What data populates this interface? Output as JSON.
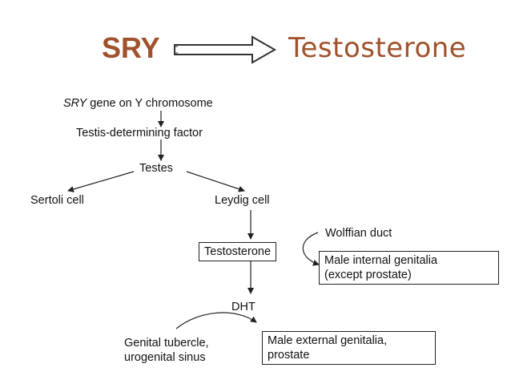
{
  "title": {
    "left": "SRY",
    "right": "Testosterone",
    "color": "#a0522d"
  },
  "diagram": {
    "nodes": {
      "sry_gene_italic": "SRY",
      "sry_gene_rest": " gene on Y chromosome",
      "tdf": "Testis-determining factor",
      "testes": "Testes",
      "sertoli": "Sertoli cell",
      "leydig": "Leydig cell",
      "testosterone": "Testosterone",
      "wolffian": "Wolffian duct",
      "male_internal_line1": "Male internal genitalia",
      "male_internal_line2": "(except prostate)",
      "dht": "DHT",
      "genital_line1": "Genital tubercle,",
      "genital_line2": "urogenital sinus",
      "male_external_line1": "Male external genitalia,",
      "male_external_line2": "prostate"
    }
  }
}
